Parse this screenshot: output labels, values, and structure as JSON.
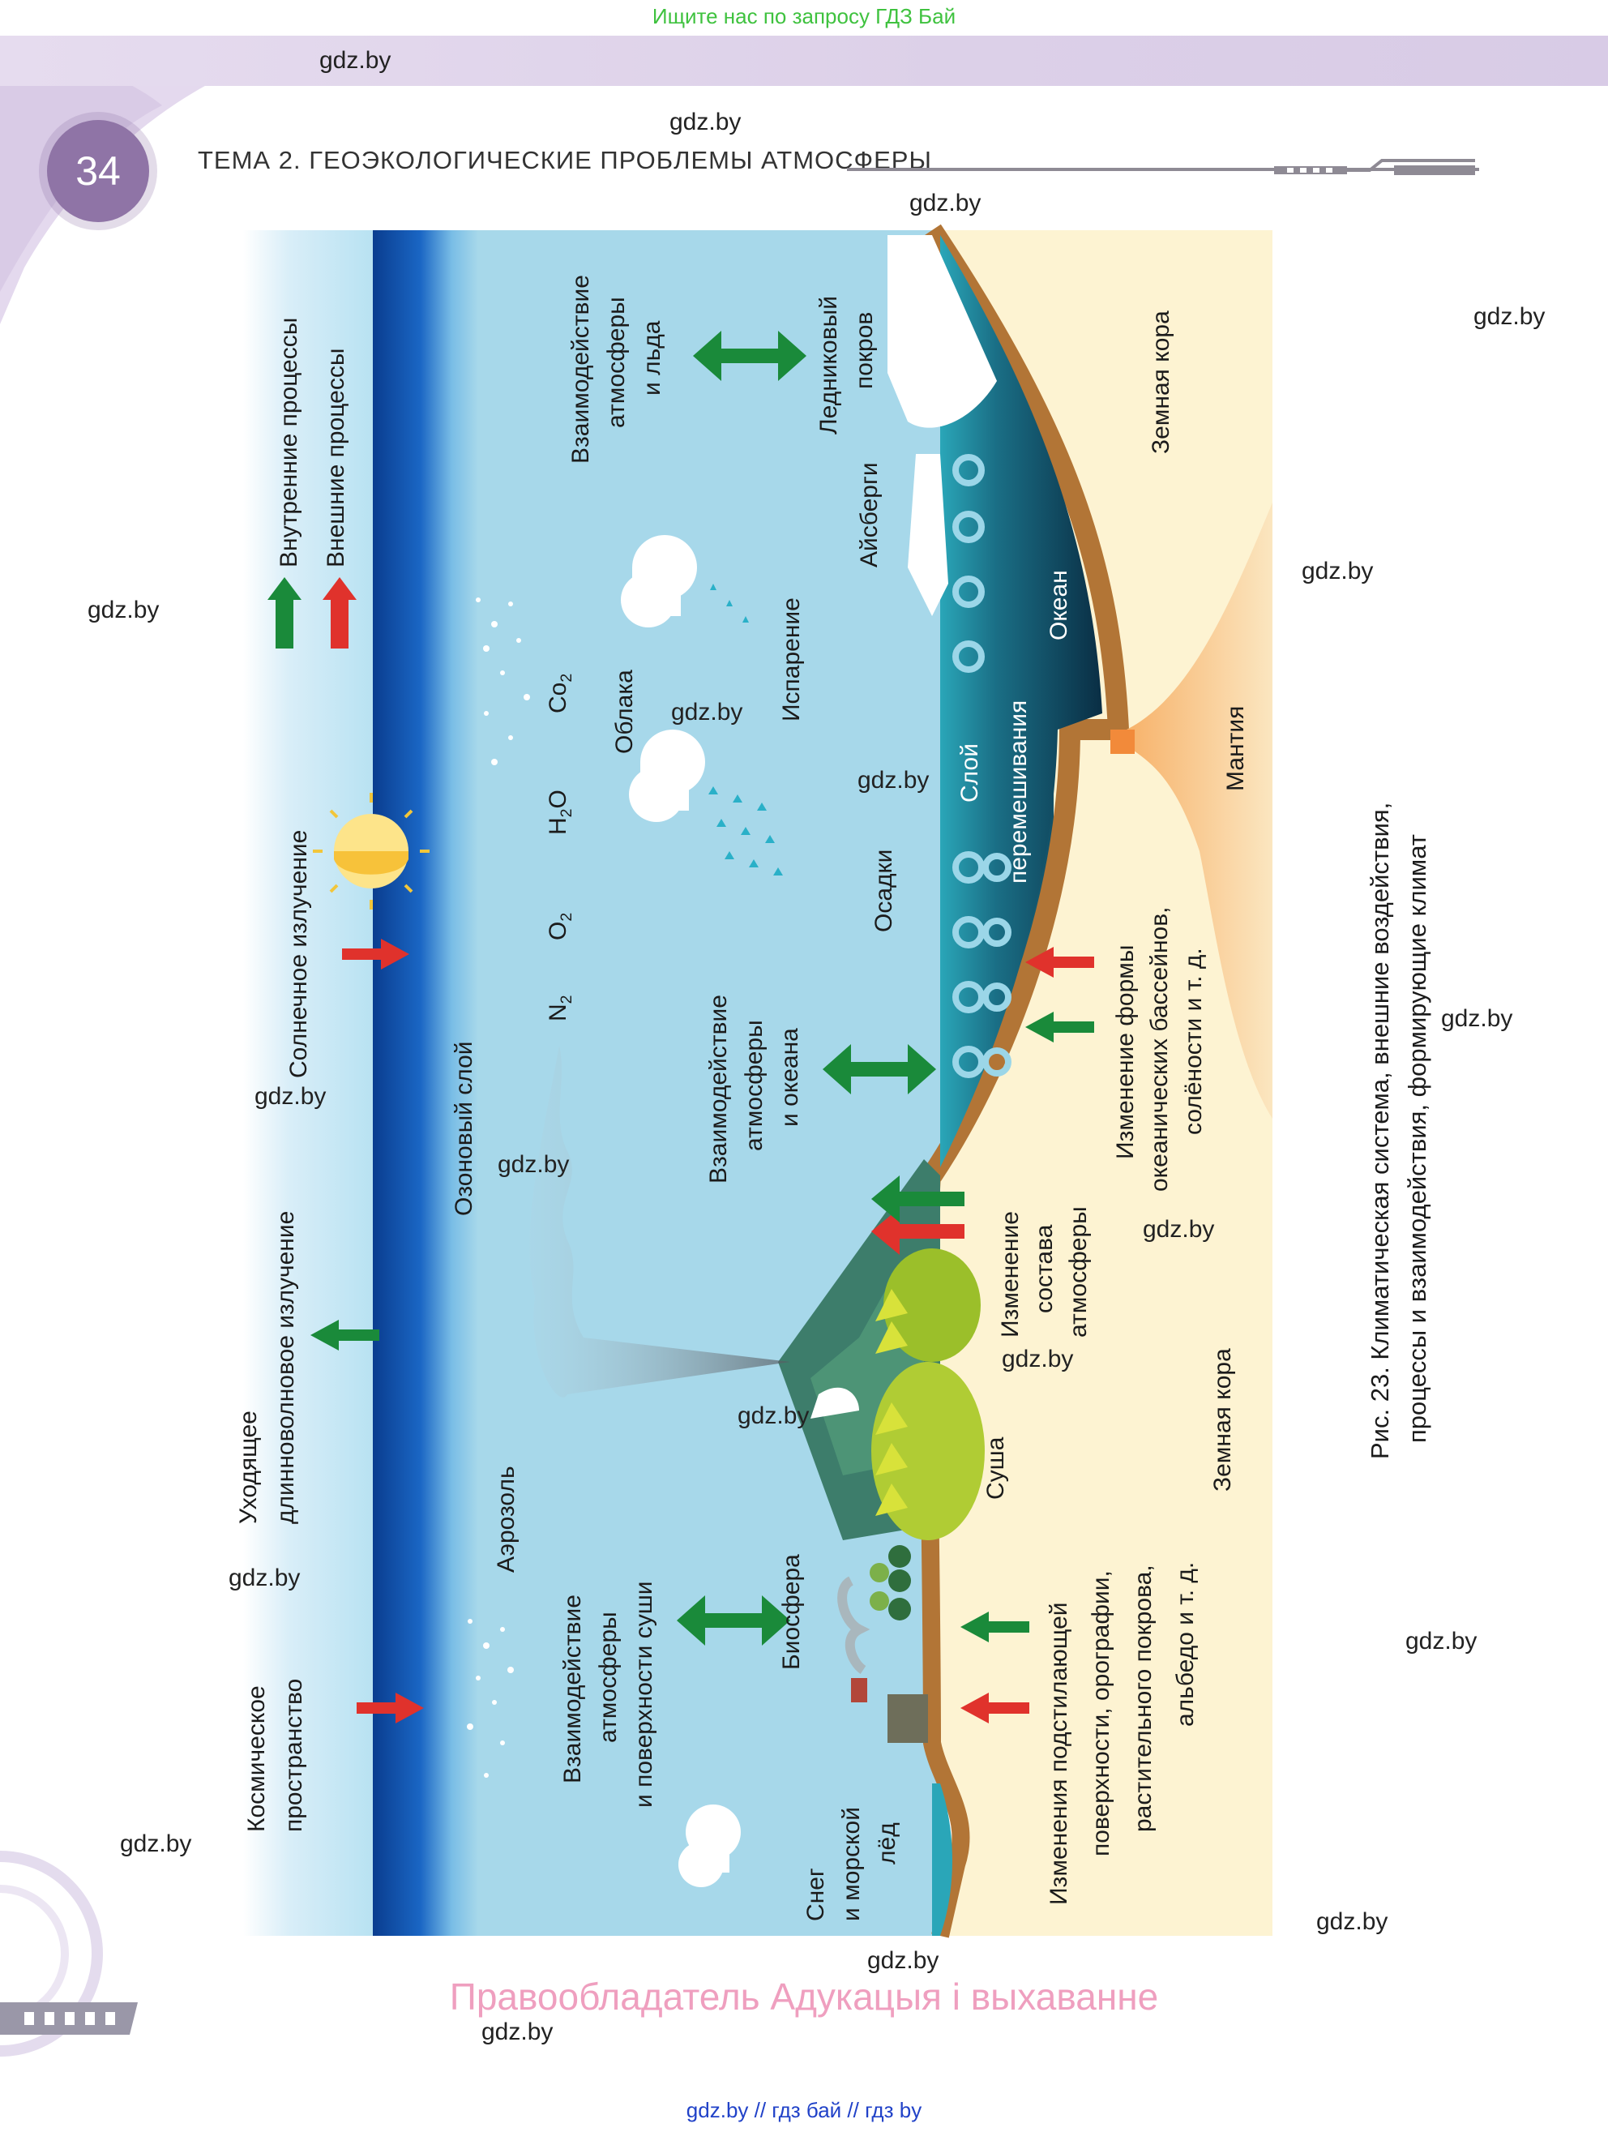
{
  "top_banner": "Ищите нас по запросу ГДЗ Бай",
  "header": {
    "page_number": "34",
    "title": "ТЕМА 2. ГЕОЭКОЛОГИЧЕСКИЕ ПРОБЛЕМЫ АТМОСФЕРЫ"
  },
  "watermark": "gdz.by",
  "diagram": {
    "legend": {
      "internal": "Внутренние процессы",
      "external": "Внешние процессы"
    },
    "solar_radiation": "Солнечное излучение",
    "outgoing_radiation_1": "Уходящее",
    "outgoing_radiation_2": "длинноволновое излучение",
    "space_1": "Космическое",
    "space_2": "пространство",
    "ozone_layer": "Озоновый слой",
    "aerosol": "Аэрозоль",
    "gases": {
      "n2": "N",
      "n2_sub": "2",
      "o2": "O",
      "o2_sub": "2",
      "h2o_a": "H",
      "h2o_sub": "2",
      "h2o_b": "O",
      "co2": "Co",
      "co2_sub": "2"
    },
    "clouds": "Облака",
    "evaporation": "Испарение",
    "precipitation": "Осадки",
    "icebergs": "Айсберги",
    "glacier_1": "Ледниковый",
    "glacier_2": "покров",
    "atm_ice_1": "Взаимодействие",
    "atm_ice_2": "атмосферы",
    "atm_ice_3": "и льда",
    "atm_ocean_1": "Взаимодействие",
    "atm_ocean_2": "атмосферы",
    "atm_ocean_3": "и океана",
    "atm_land_1": "Взаимодействие",
    "atm_land_2": "атмосферы",
    "atm_land_3": "и поверхности суши",
    "biosphere": "Биосфера",
    "snow_1": "Снег",
    "snow_2": "и морской",
    "snow_3": "лёд",
    "ocean": "Океан",
    "mixing_1": "Слой",
    "mixing_2": "перемешивания",
    "crust_top": "Земная кора",
    "crust_bottom": "Земная кора",
    "mantle": "Мантия",
    "land": "Суша",
    "ocean_change_1": "Изменение формы",
    "ocean_change_2": "океанических бассейнов,",
    "ocean_change_3": "солёности и т. д.",
    "comp_change_1": "Изменение",
    "comp_change_2": "состава",
    "comp_change_3": "атмосферы",
    "surface_change_1": "Изменения подстилающей",
    "surface_change_2": "поверхности, орографии,",
    "surface_change_3": "растительного покрова,",
    "surface_change_4": "альбедо и т. д.",
    "colors": {
      "internal_arrow": "#1a8a3a",
      "external_arrow": "#e0322c",
      "sky": "#a7d8ea",
      "ocean_dark": "#0d3a52",
      "crust": "#fdf3d2",
      "mantle": "#f4a35a"
    }
  },
  "caption": {
    "line1": "Рис. 23. Климатическая система, внешние воздействия,",
    "line2": "процессы и взаимодействия, формирующие климат"
  },
  "footer": {
    "copyright": "Правообладатель Адукацыя і выхаванне",
    "links": "gdz.by  //  гдз бай  //  гдз by"
  }
}
